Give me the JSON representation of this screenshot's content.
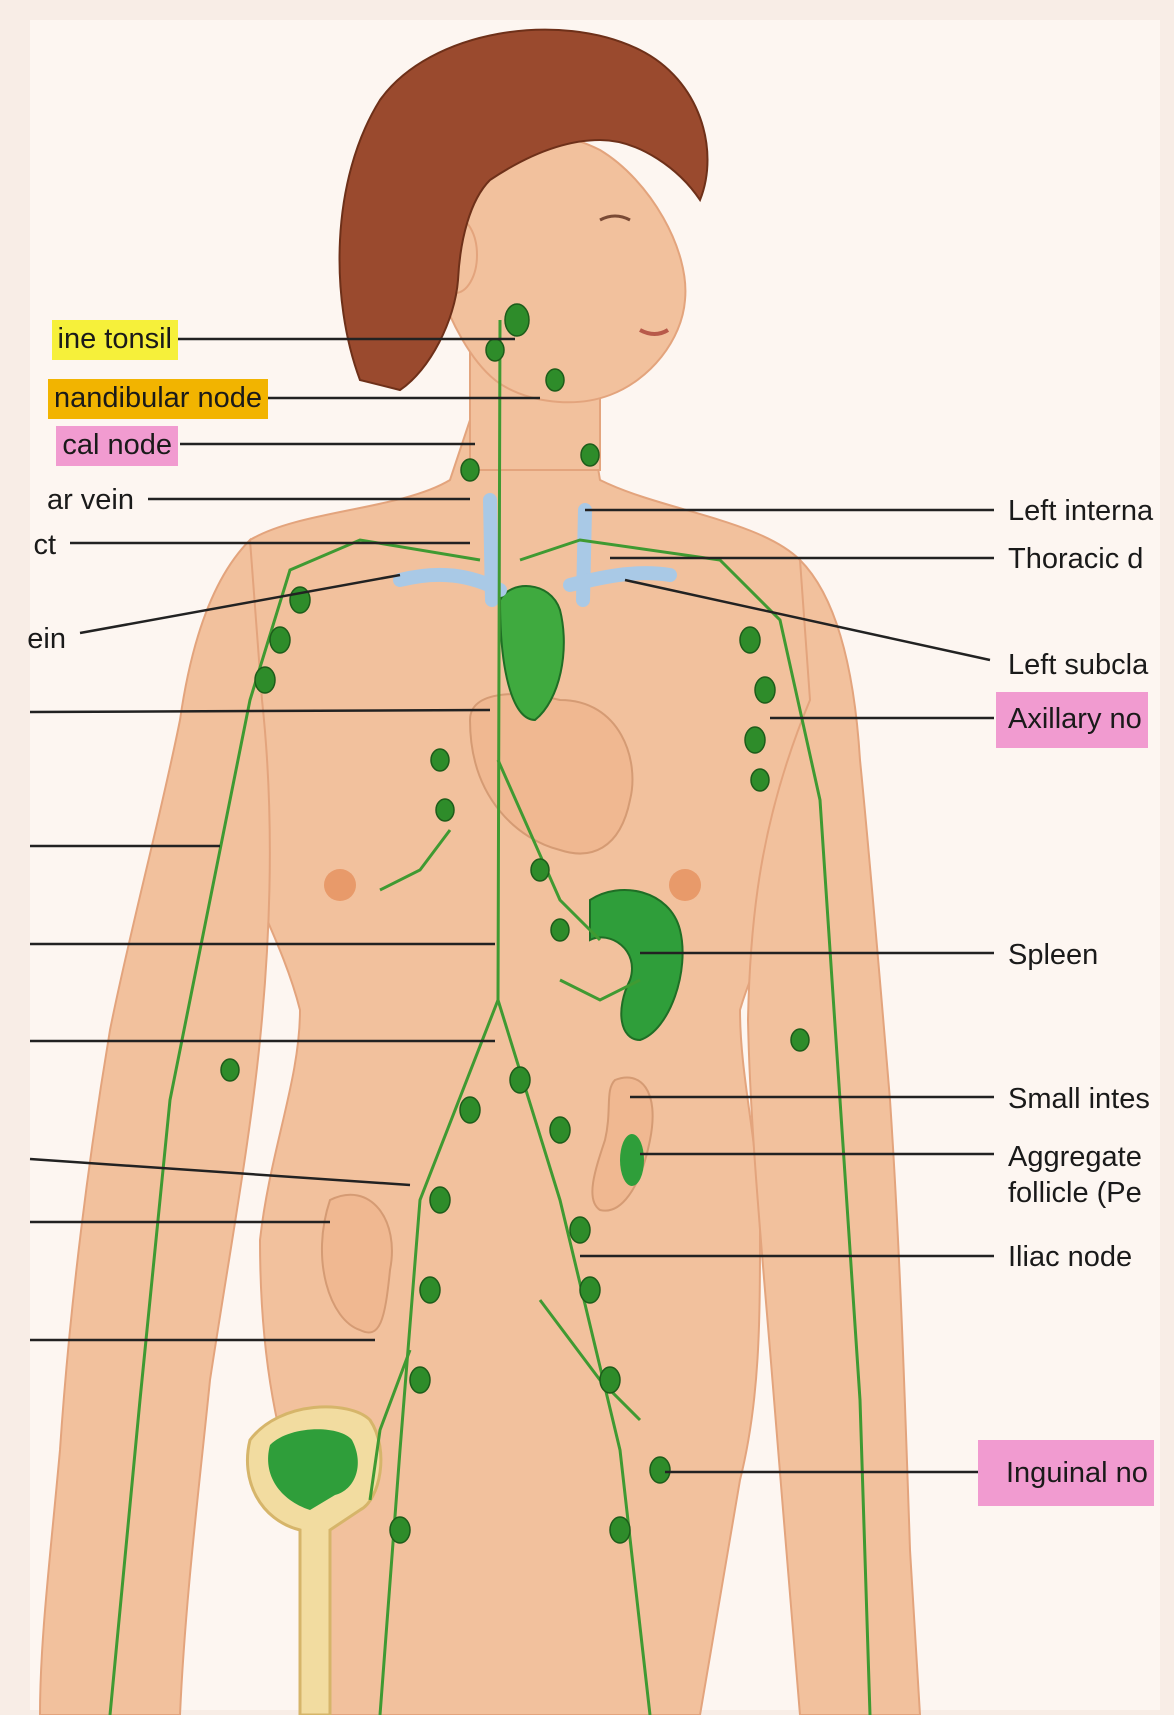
{
  "colors": {
    "background": "#f8ede6",
    "skin": "#f2c19d",
    "hair": "#9a4a2e",
    "lymph": "#3f9a32",
    "node": "#2e8c2a",
    "vein": "#a9c9e6",
    "highlight_yellow": "#f6f03a",
    "highlight_orange": "#f2b400",
    "highlight_pink": "#f19bd0"
  },
  "labels_left": [
    {
      "text": "ine tonsil",
      "highlight": "yellow"
    },
    {
      "text": "nandibular node",
      "highlight": "orange"
    },
    {
      "text": "cal node",
      "highlight": "pink"
    },
    {
      "text": "ar vein",
      "highlight": ""
    },
    {
      "text": "ct",
      "highlight": ""
    },
    {
      "text": "ein",
      "highlight": ""
    }
  ],
  "labels_right": [
    {
      "text": "Left interna",
      "highlight": ""
    },
    {
      "text": "Thoracic d",
      "highlight": ""
    },
    {
      "text": "Left subcla",
      "highlight": ""
    },
    {
      "text": "Axillary no",
      "highlight": "pink"
    },
    {
      "text": "Spleen",
      "highlight": ""
    },
    {
      "text": "Small intes",
      "highlight": ""
    },
    {
      "text": "Aggregate",
      "highlight": ""
    },
    {
      "text": "follicle (Pe",
      "highlight": ""
    },
    {
      "text": "Iliac node",
      "highlight": ""
    },
    {
      "text": "Inguinal no",
      "highlight": "pink"
    }
  ]
}
